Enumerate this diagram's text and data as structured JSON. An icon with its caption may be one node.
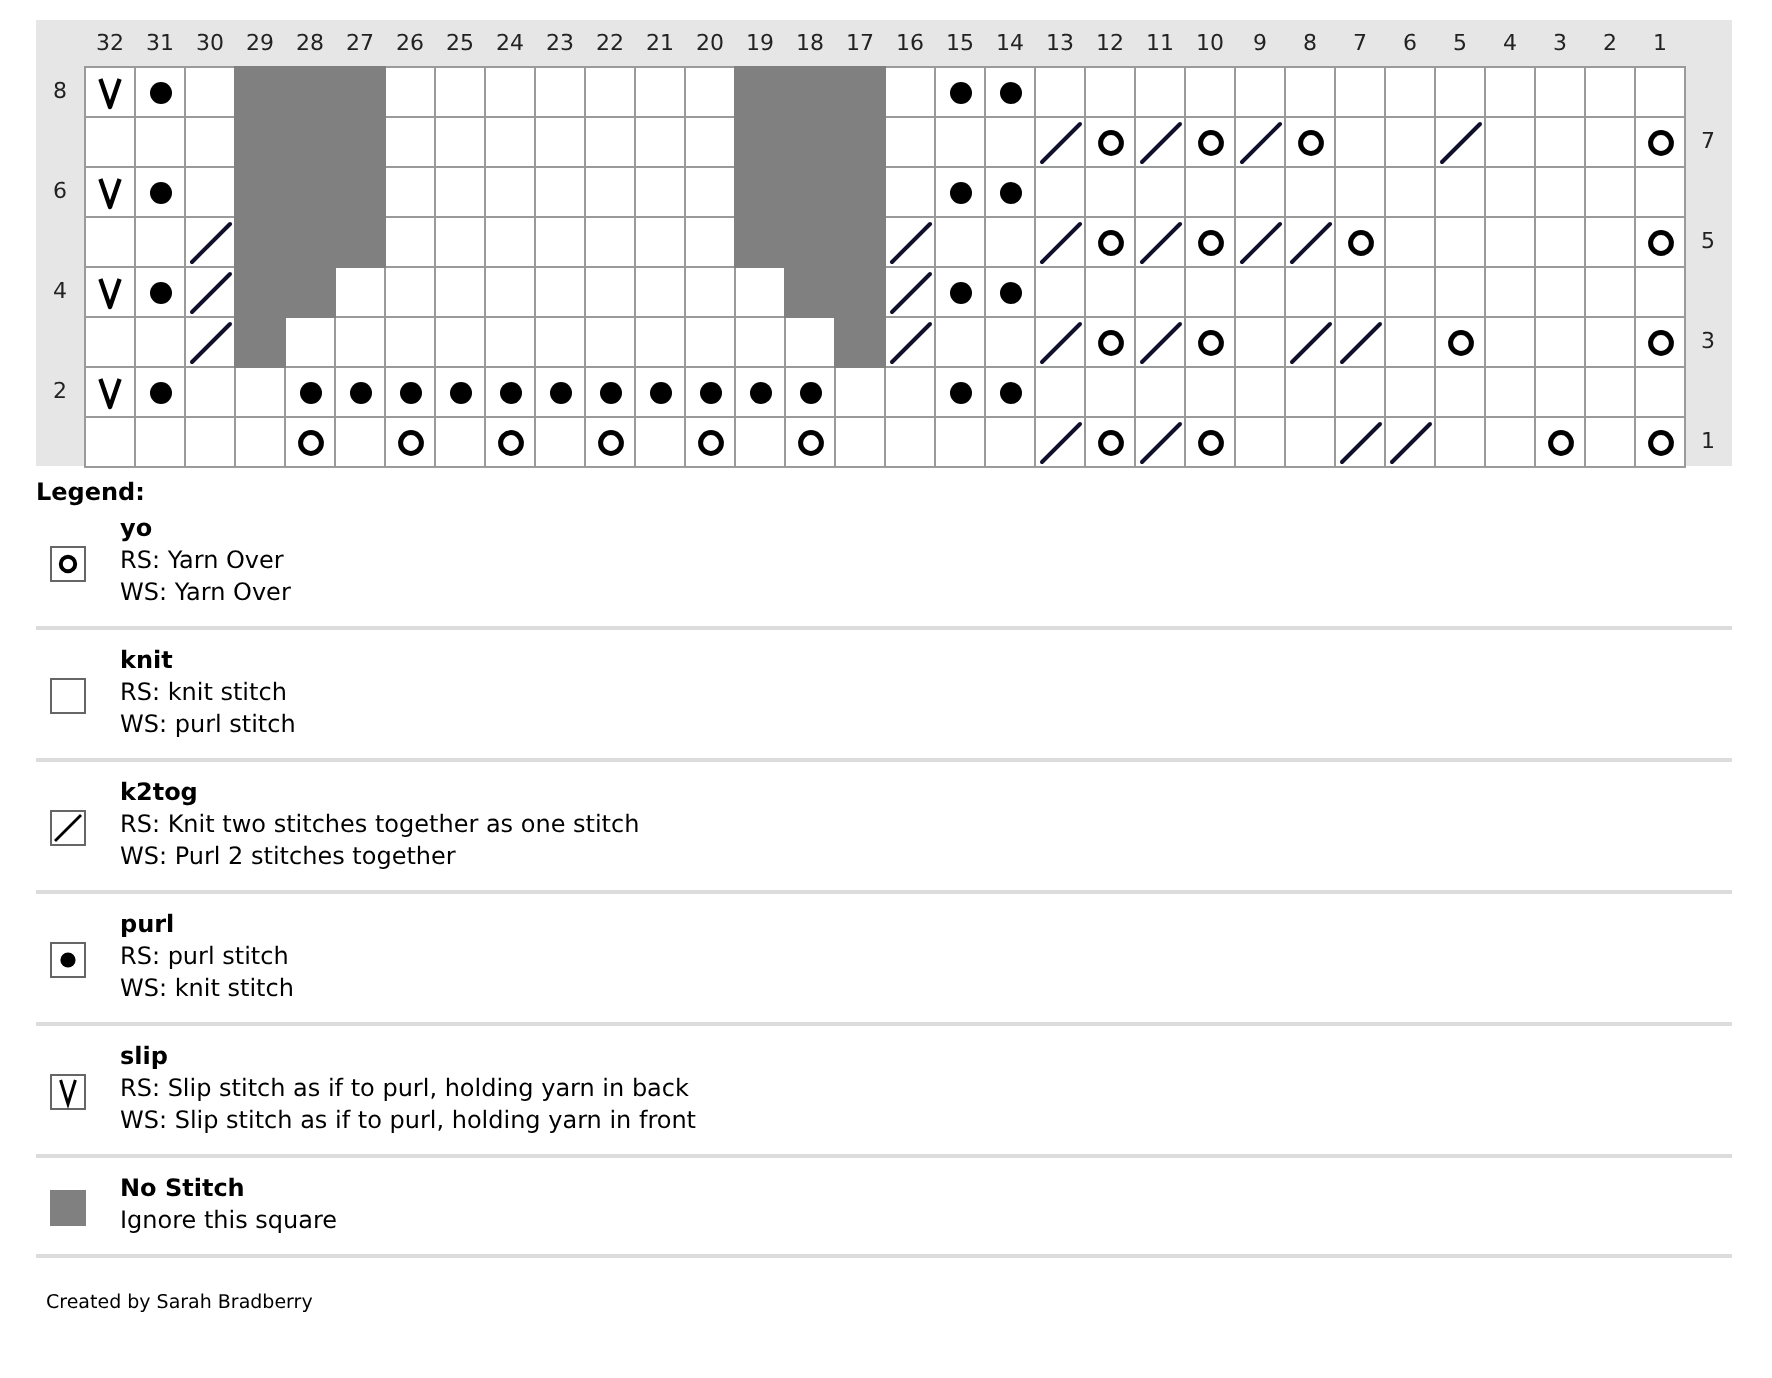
{
  "diagram": {
    "labels": [
      "32",
      "31",
      "30",
      "29",
      "28",
      "27",
      "26",
      "25",
      "24",
      "23",
      "22",
      "21",
      "20",
      "19",
      "18",
      "17",
      "16",
      "15",
      "14",
      "13",
      "12",
      "11",
      "10",
      "9",
      "8",
      "7",
      "6",
      "5",
      "4",
      "3",
      "2",
      "1",
      "8",
      "7",
      "6",
      "5",
      "4",
      "3",
      "2",
      "1",
      "Legend:",
      "RS: Yarn Over",
      "WS: Yarn Over",
      "RS: knit stitch",
      "WS: purl stitch",
      "RS: Knit two stitches together as one stitch",
      "WS: Purl 2 stitches together",
      "RS: purl stitch",
      "WS: knit stitch",
      "RS: Slip stitch as if to purl, holding yarn in back",
      "WS: Slip stitch as if to purl, holding yarn in front",
      "Ignore this square",
      "Created by Sarah Bradberry"
    ],
    "legend": [
      {
        "text": "yo"
      },
      {
        "text": "knit"
      },
      {
        "text": "k2tog"
      },
      {
        "text": "purl"
      },
      {
        "text": "slip"
      },
      {
        "text": "No Stitch",
        "color": "#808080"
      }
    ]
  }
}
